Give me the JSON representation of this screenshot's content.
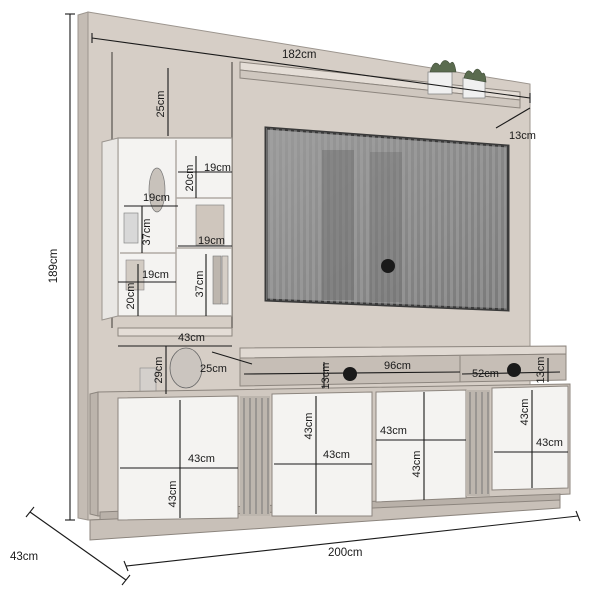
{
  "colors": {
    "wood": "#d6cec6",
    "wood_dark": "#b9b1a9",
    "white_panel": "#f4f3f1",
    "tv": "#8c8c8c",
    "line": "#1a1a1a",
    "marker": "#1a1a1a"
  },
  "dimensions": {
    "width_panel": "182cm",
    "width_total": "200cm",
    "height_total": "189cm",
    "depth_total": "43cm",
    "shelf_depth": "13cm",
    "top_gap": "25cm",
    "niche_20_a": "20cm",
    "niche_19_a": "19cm",
    "niche_19_b": "19cm",
    "niche_37_a": "37cm",
    "niche_19_c": "19cm",
    "niche_19_d": "19cm",
    "niche_20_b": "20cm",
    "niche_37_b": "37cm",
    "shelf_43": "43cm",
    "lower_29": "29cm",
    "lower_25": "25cm",
    "tv_shelf_96": "96cm",
    "tv_shelf_13": "13cm",
    "right_52": "52cm",
    "right_13": "13cm",
    "door_left_w": "43cm",
    "door_left_h": "43cm",
    "door_mid1_h": "43cm",
    "door_mid1_w": "43cm",
    "door_mid2_w": "43cm",
    "door_mid2_h": "43cm",
    "door_right_h": "43cm",
    "door_right_w": "43cm"
  }
}
